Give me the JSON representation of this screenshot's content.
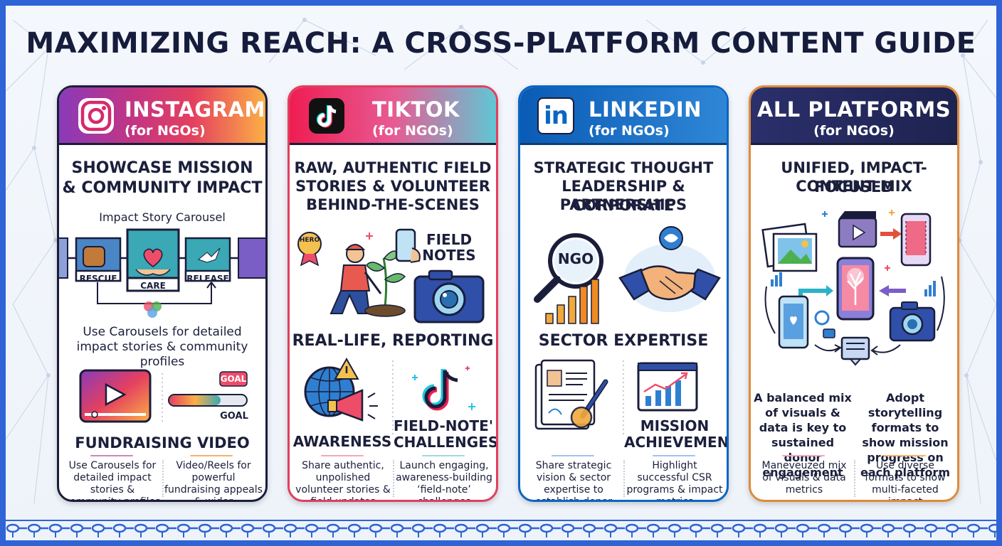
{
  "title": "MAXIMIZING REACH: A CROSS-PLATFORM CONTENT GUIDE",
  "colors": {
    "frame_blue": "#2f63d6",
    "title_navy": "#161c3c",
    "instagram_gradient": [
      "#8a3ab9",
      "#e4405f",
      "#fcaf45"
    ],
    "tiktok_gradient": [
      "#ee1d52",
      "#69c9d0"
    ],
    "linkedin_blue": "#0a66c2",
    "all_platforms_navy": "#232a5c"
  },
  "instagram": {
    "name": "INSTAGRAM",
    "sub": "(for NGOs)",
    "logo_icon": "instagram-icon",
    "heading_line1": "SHOWCASE MISSION",
    "heading_line2": "& COMMUNITY IMPACT",
    "carousel_title": "Impact Story Carousel",
    "carousel_items": [
      "RESCUE",
      "CARE",
      "RELEASE"
    ],
    "carousel_text": "Use Carousels for detailed impact stories & community profiles",
    "goal_label": "GOAL",
    "goal_progress": 0.65,
    "video_heading": "FUNDRAISING VIDEO",
    "left_text": "Use Carousels for detailed impact stories & community profiles",
    "right_text": "Video/Reels for powerful fundraising appeals & wider engagement"
  },
  "tiktok": {
    "name": "TIKTOK",
    "sub": "(for NGOs)",
    "logo_icon": "tiktok-icon",
    "heading_line1": "RAW, AUTHENTIC FIELD",
    "heading_line2": "STORIES & VOLUNTEER",
    "heading_line3": "BEHIND-THE-SCENES",
    "hero_badge": "HERO",
    "field_notes_line1": "FIELD",
    "field_notes_line2": "NOTES",
    "mid_heading": "REAL-LIFE, REPORTING",
    "left_heading": "AWARENESS",
    "right_heading_line1": "FIELD-NOTE'",
    "right_heading_line2": "CHALLENGES",
    "left_text": "Share authentic, unpolished volunteer stories & field updates",
    "right_text": "Launch engaging, awareness-building ‘field-note’ challenges"
  },
  "linkedin": {
    "name": "LINKEDIN",
    "sub": "(for NGOs)",
    "logo_icon": "linkedin-icon",
    "logo_text": "in",
    "heading_line1": "STRATEGIC THOUGHT",
    "heading_line2": "LEADERSHIP & CORPORATE",
    "heading_line3": "PARTNERSHIPS",
    "magnifier_text": "NGO",
    "mid_heading": "SECTOR EXPERTISE",
    "right_heading_line1": "MISSION",
    "right_heading_line2": "ACHIEVEMENTS",
    "left_text": "Share strategic vision & sector expertise to establish donor trust",
    "right_text": "Highlight successful CSR programs & impact metrics"
  },
  "all_platforms": {
    "name": "ALL PLATFORMS",
    "sub": "(for NGOs)",
    "heading_line1": "UNIFIED, IMPACT-FOCUSED",
    "heading_line2": "CONTENT MIX",
    "left_heading": "A balanced mix of visuals & data is key to sustained donor engagement",
    "right_heading": "Adopt storytelling formats to show mission progress on each platform",
    "left_text": "Maneveuzed mix of visuals & data metrics",
    "right_text": "Use diverse formats to show multi-faceted impact"
  }
}
